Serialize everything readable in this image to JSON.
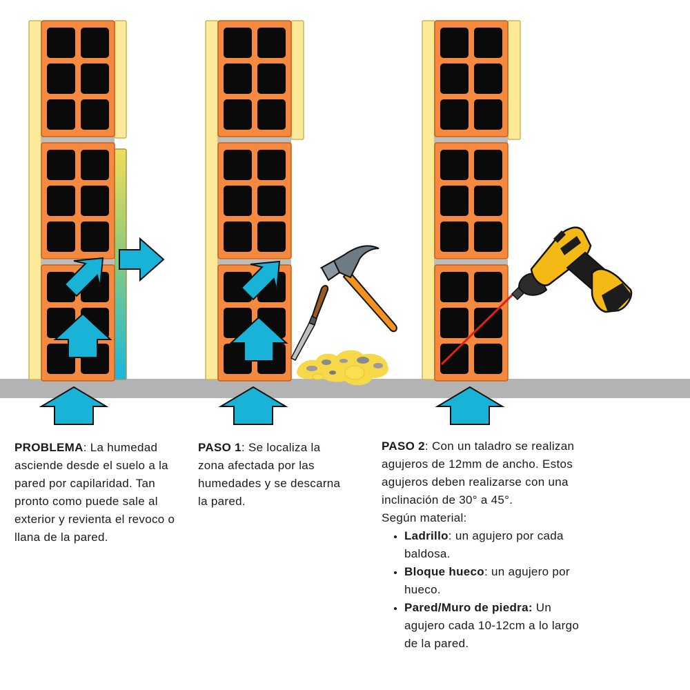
{
  "colors": {
    "brick": "#f4893f",
    "brick_stroke": "#c45f18",
    "hole": "#0a0a0a",
    "plaster": "#fde99a",
    "plaster_stroke": "#c9b25a",
    "mortar": "#bdbdbd",
    "ground": "#b3b3b3",
    "arrow": "#1ab3d8",
    "arrow_stroke": "#111111",
    "laser": "#e0201d",
    "drill_body": "#f5b915",
    "rubble": "#f6d848"
  },
  "icons": [
    "up-arrow-icon",
    "diagonal-arrow-icon",
    "right-arrow-icon",
    "hammer-icon",
    "chisel-icon",
    "rubble-icon",
    "drill-icon",
    "laser-line-icon"
  ],
  "captions": {
    "problem": {
      "label": "PROBLEMA",
      "text": ": La humedad asciende desde el suelo a la pared por capilaridad. Tan pronto como puede sale al exterior y revienta el revoco o llana de la pared."
    },
    "paso1": {
      "label": "PASO 1",
      "text": ": Se localiza la zona afectada por las humedades y se descarna la pared."
    },
    "paso2": {
      "label": "PASO 2",
      "text": ": Con un taladro se realizan agujeros de 12mm de ancho. Estos agujeros deben realizarse con una inclinación de 30° a 45°.",
      "materials_intro": "Según material:",
      "materials": [
        {
          "name": "Ladrillo",
          "text": ": un agujero por cada baldosa."
        },
        {
          "name": "Bloque hueco",
          "text": ": un agujero por hueco."
        },
        {
          "name": "Pared/Muro de piedra:",
          "text": " Un agujero cada 10-12cm a lo largo de la pared."
        }
      ]
    }
  }
}
